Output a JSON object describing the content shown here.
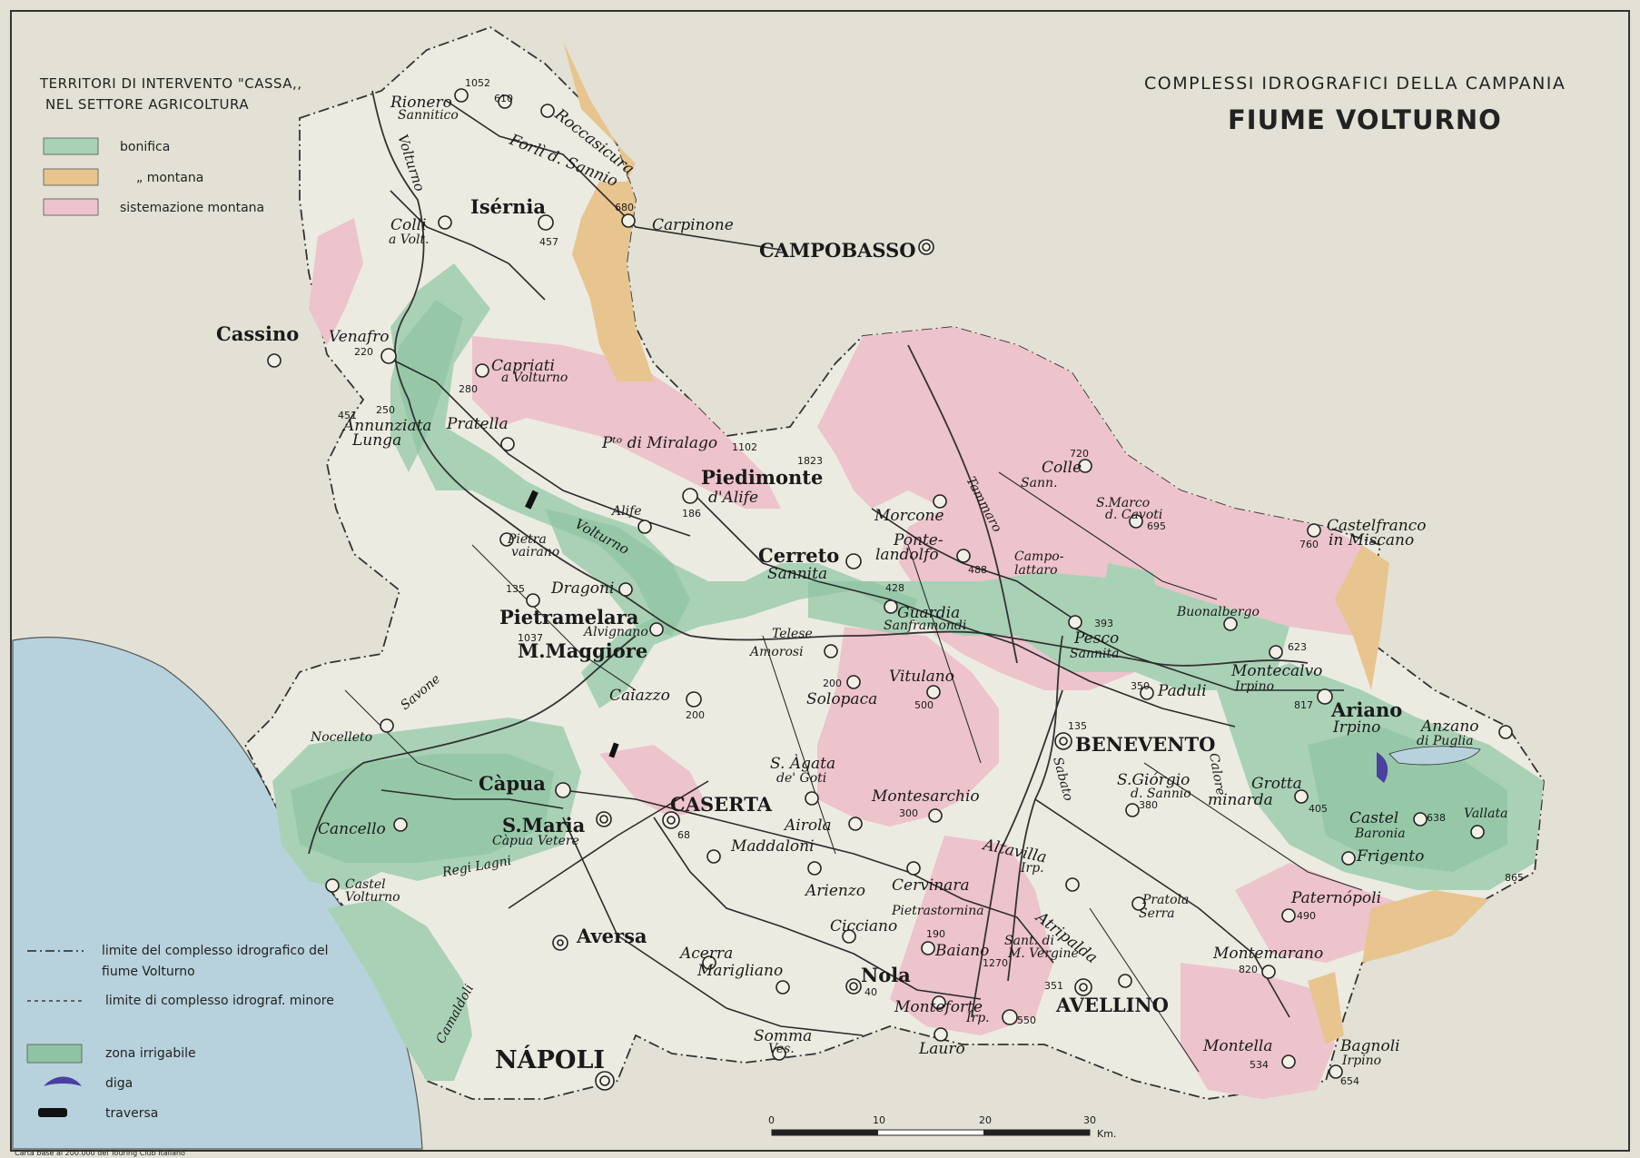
{
  "title": {
    "line1": "COMPLESSI IDROGRAFICI DELLA CAMPANIA",
    "line2": "FIUME VOLTURNO"
  },
  "legend_top": {
    "heading1": "TERRITORI DI INTERVENTO \"CASSA,,",
    "heading2": "NEL SETTORE AGRICOLTURA",
    "items": [
      {
        "label": "bonifica",
        "color": "#a9d1b6"
      },
      {
        "label": "„      montana",
        "color": "#e8c48e"
      },
      {
        "label": "sistemazione montana",
        "color": "#edc3cc"
      }
    ]
  },
  "legend_bottom": {
    "boundary_major_1": "limite del complesso idrografico del",
    "boundary_major_2": "fiume Volturno",
    "boundary_minor": "limite di complesso idrograf. minore",
    "irrigable": "zona irrigabile",
    "irrigable_color": "#8fc4a2",
    "dam": "diga",
    "dam_color": "#4b3fa0",
    "weir": "traversa"
  },
  "scale": {
    "ticks": [
      "0",
      "10",
      "20",
      "30"
    ],
    "unit": "Km."
  },
  "footer": "Carta base al 200.000 del Touring Club Italiano",
  "colors": {
    "sea": "#b8d2dd",
    "background": "#e3e1d5",
    "basin": "#ecebe2",
    "green": "#a9d1b6",
    "pink": "#edc3cc",
    "orange": "#e8c48e"
  },
  "places": {
    "rionero": "Rionero",
    "sannitico": "Sannitico",
    "forli": "Forlì d. Sannio",
    "roccasicura": "Roccasicura",
    "carpinone": "Carpinone",
    "isernia": "Isérnia",
    "colli": "Colli",
    "a_volt": "a Volt.",
    "campobasso": "CAMPOBASSO",
    "cassino": "Cassino",
    "venafro": "Venafro",
    "capriati": "Capriati",
    "a_volturno": "a Volturno",
    "annunziata": "Annunziata",
    "lunga": "Lunga",
    "pratella": "Pratella",
    "miralago": "Pᵗᵒ di Miralago",
    "piedimonte": "Piedimonte",
    "d_alife": "d'Alife",
    "alife": "Alife",
    "pietravairano1": "Pietra",
    "pietravairano2": "vairano",
    "dragoni": "Dragoni",
    "pietramelara": "Pietramelara",
    "alvignano": "Alvignano",
    "m_maggiore": "M.Maggiore",
    "cerreto": "Cerreto",
    "sannita": "Sannita",
    "morcone": "Morcone",
    "pontelandolfo1": "Ponte-",
    "pontelandolfo2": "landolfo",
    "campolattaro1": "Campo-",
    "campolattaro2": "lattaro",
    "colle": "Colle",
    "sann": "Sann.",
    "smarco": "S.Marco",
    "d_cavoti": "d. Cavoti",
    "castelfranco": "Castelfranco",
    "in_miscano": "in Miscano",
    "guardia": "Guardia",
    "sanframondi": "Sanframondi",
    "telese": "Telese",
    "amorosi": "Amorosi",
    "pesco": "Pesco",
    "pesco2": "Sannita",
    "buonalbergo": "Buonalbergo",
    "montecalvo": "Montecalvo",
    "irpino": "Irpino",
    "ariano": "Ariano",
    "ariano2": "Irpino",
    "anzano": "Anzano",
    "di_puglia": "di Puglia",
    "paduli": "Paduli",
    "caiazzo": "Caiazzo",
    "solopaca": "Solopaca",
    "vitulano": "Vitulano",
    "benevento": "BENEVENTO",
    "nocelleto": "Nocelleto",
    "savone": "Savone",
    "capua": "Càpua",
    "smaria": "S.Maria",
    "capua_vetere": "Càpua Vetere",
    "caserta": "CASERTA",
    "sagata": "S. Àgata",
    "de_goti": "de' Goti",
    "montesarchio": "Montesarchio",
    "sgiorgio": "S.Giórgio",
    "d_sannio": "d. Sannio",
    "grotta": "Grotta",
    "minarda": "minarda",
    "castel": "Castel",
    "baronia": "Baronia",
    "vallata": "Vallata",
    "frigento": "Frigento",
    "cancello": "Cancello",
    "regi_lagni": "Regi Lagni",
    "maddaloni": "Maddaloni",
    "airola": "Airola",
    "altavilla": "Altavilla",
    "irp": "Irp.",
    "castel_volturno1": "Castel",
    "castel_volturno2": "Volturno",
    "arienzo": "Arienzo",
    "cervinara": "Cervinara",
    "pietrastornina": "Pietrastornina",
    "pratola": "Pratola",
    "serra": "Serra",
    "paternopoli": "Paternópoli",
    "aversa": "Aversa",
    "cicciano": "Cicciano",
    "baiano": "Baiano",
    "santangelo": "Sant. di",
    "m_vergine": "M. Vergine",
    "atripalda": "Atripalda",
    "montemarano": "Montemarano",
    "acerra": "Acerra",
    "marigliano": "Marigliano",
    "nola": "Nola",
    "monteforte": "Monteforte",
    "irp2": "Irp.",
    "avellino": "AVELLINO",
    "somma": "Somma",
    "ves": "Ves.",
    "lauro": "Lauro",
    "montella": "Montella",
    "bagnoli": "Bagnoli",
    "irpino3": "Irpino",
    "napoli": "NÁPOLI",
    "camaldoli": "Camaldoli",
    "volturno_r1": "Volturno",
    "volturno_r2": "Volturno",
    "tammaro": "Tammaro",
    "sabato": "Sabato",
    "calore": "Calore"
  },
  "elevations": {
    "e1052": "1052",
    "e610": "610",
    "e680": "680",
    "e457": "457",
    "e220": "220",
    "e280": "280",
    "e451": "451",
    "e250": "250",
    "e1102": "1102",
    "e1823": "1823",
    "e186": "186",
    "e135": "135",
    "e1037": "1037",
    "e720": "720",
    "e695": "695",
    "e760": "760",
    "e488": "488",
    "e428": "428",
    "e393": "393",
    "e623": "623",
    "e817": "817",
    "e350": "350",
    "e200a": "200",
    "e500": "500",
    "e200b": "200",
    "e135b": "135",
    "e380": "380",
    "e405": "405",
    "e638": "638",
    "e300": "300",
    "e68": "68",
    "e865": "865",
    "e490": "490",
    "e190": "190",
    "e1270": "1270",
    "e351": "351",
    "e820": "820",
    "e40": "40",
    "e550": "550",
    "e534": "534",
    "e654": "654"
  }
}
